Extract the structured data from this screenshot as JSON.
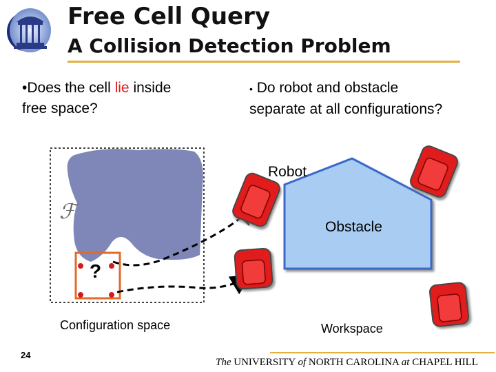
{
  "header": {
    "title": "Free Cell Query",
    "subtitle": "A Collision Detection Problem"
  },
  "bullets": {
    "left": {
      "before": "Does the cell ",
      "highlight": "lie",
      "after_line1": " inside",
      "line2": "free space?"
    },
    "right": {
      "line1": "Do robot and obstacle",
      "line2": "separate at all configurations?"
    }
  },
  "figure": {
    "free_space_symbol": "ℱ",
    "cell_symbol": "?",
    "cspace_label": "Configuration space",
    "robot_label": "Robot",
    "obstacle_label": "Obstacle",
    "workspace_label": "Workspace"
  },
  "footer": {
    "page_number": "24",
    "the": "The",
    "university": "UNIVERSITY",
    "of": "of",
    "north_carolina": "NORTH CAROLINA",
    "at": "at",
    "chapel_hill": "CHAPEL HILL"
  },
  "colors": {
    "accent_rule": "#e2b13c",
    "free_space": "#7f86b8",
    "obstacle": "#a9cdf2",
    "obstacle_stroke": "#3a67c8",
    "robot": "#e01b1b",
    "cell_box": "#e06a2a"
  },
  "icons": {
    "logo": "old-well-logo-icon"
  }
}
